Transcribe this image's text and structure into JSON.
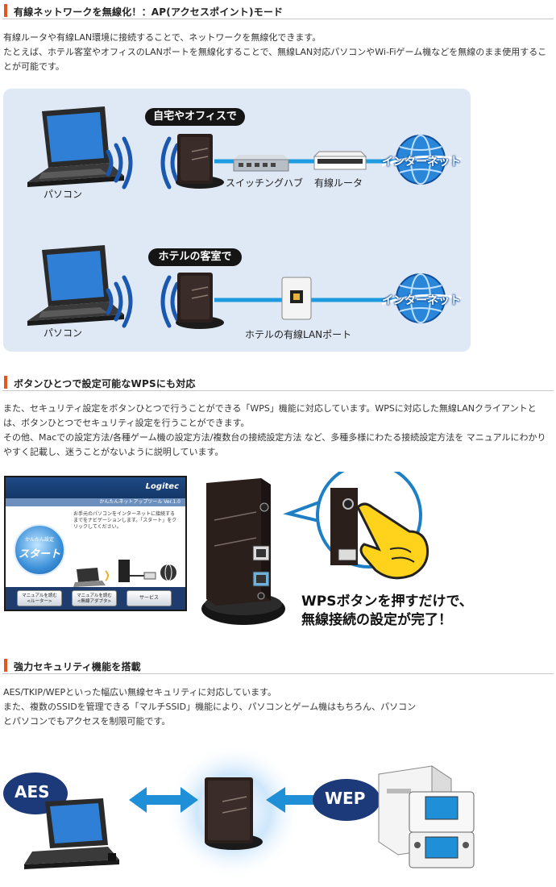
{
  "sections": [
    {
      "heading": "有線ネットワークを無線化！：AP(アクセスポイント)モード"
    },
    {
      "heading": "ボタンひとつで設定可能なWPSにも対応"
    },
    {
      "heading": "強力セキュリティ機能を搭載"
    }
  ],
  "section1": {
    "para1": "有線ルータや有線LAN環境に接続することで、ネットワークを無線化できます。",
    "para2": "たとえば、ホテル客室やオフィスのLANポートを無線化することで、無線LAN対応パソコンやWi-Fiゲーム機などを無線のまま使用することが可能です。",
    "diagram": {
      "home_pill": "自宅やオフィスで",
      "hotel_pill": "ホテルの客室で",
      "pc_label_1": "パソコン",
      "pc_label_2": "パソコン",
      "hub_label": "スイッチングハブ",
      "router_label": "有線ルータ",
      "internet_1": "インターネット",
      "internet_2": "インターネット",
      "lanport_label": "ホテルの有線LANポート"
    }
  },
  "section2": {
    "para1": "また、セキュリティ設定をボタンひとつで行うことができる「WPS」機能に対応しています。WPSに対応した無線LANクライアントとは、ボタンひとつでセキュリティ設定を行うことができます。",
    "para2": "その他、Macでの設定方法/各種ゲーム機の設定方法/複数台の接続設定方法 など、多種多様にわたる接続設定方法を マニュアルにわかりやすく記載し、迷うことがないように説明しています。",
    "software": {
      "brand": "Logitec",
      "window_title": "かんたんネットアップツール  Ver.1.0",
      "instructions": "お手元のパソコンをインターネットに接続するまでをナビゲーションします。「スタート」をクリックしてください。",
      "start_small": "かんたん設定",
      "start_big": "スタート",
      "btn1_line1": "マニュアルを読む",
      "btn1_line2": "<ルーター>",
      "btn2_line1": "マニュアルを読む",
      "btn2_line2": "<無線アダプタ>",
      "btn3": "サービス"
    },
    "caption_line1": "WPSボタンを押すだけで、",
    "caption_line2": "無線接続の設定が完了！"
  },
  "section3": {
    "para1": "AES/TKIP/WEPといった幅広い無線セキュリティに対応しています。",
    "para2": "また、複数のSSIDを管理できる「マルチSSID」機能により、パソコンとゲーム機はもちろん、パソコン",
    "para3": "とパソコンでもアクセスを制限可能です。",
    "aes_label": "AES",
    "wep_label": "WEP"
  },
  "colors": {
    "accent": "#e2561f",
    "panel_bg": "#dfe8f5",
    "cable_blue": "#1e9be0",
    "pill_bg": "#151515",
    "badge_navy": "#1c3a7a"
  }
}
